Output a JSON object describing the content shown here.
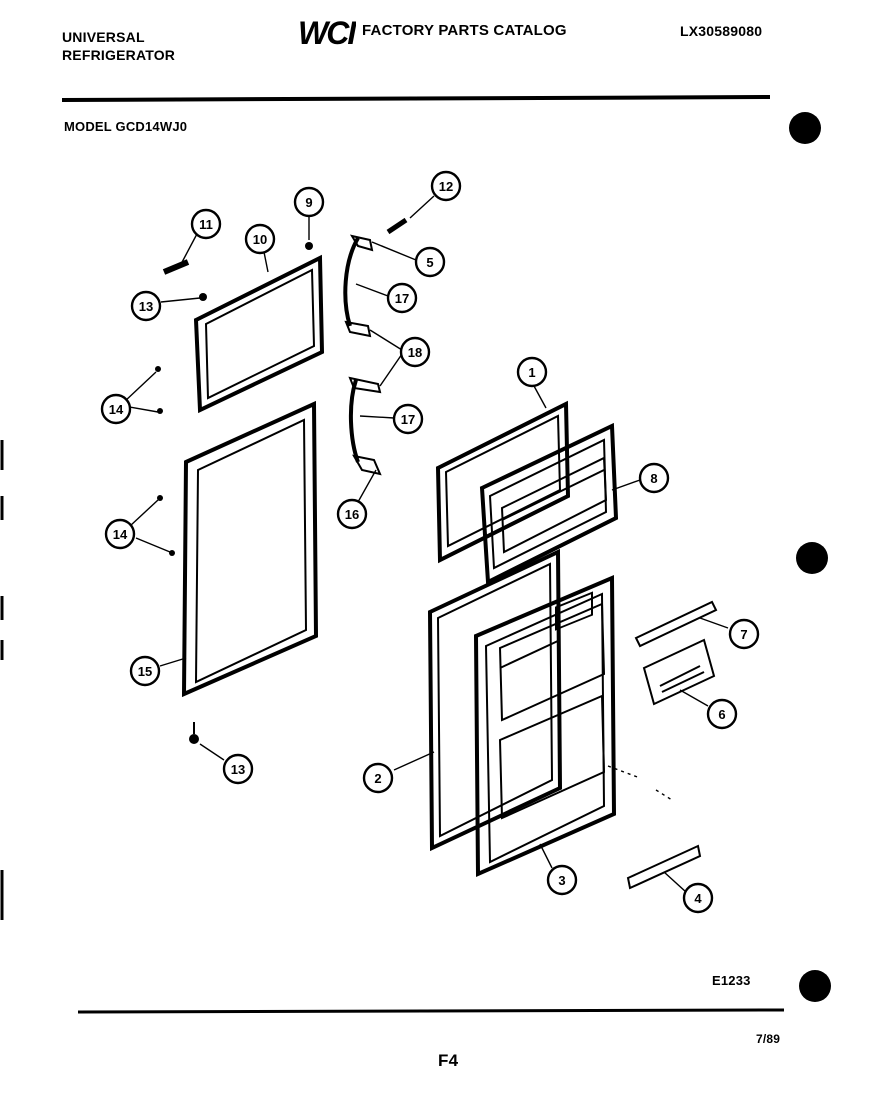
{
  "header": {
    "brand_line1": "UNIVERSAL",
    "brand_line2": "REFRIGERATOR",
    "logo_text": "WCI",
    "catalog_title": "FACTORY PARTS CATALOG",
    "catalog_number": "LX30589080"
  },
  "model_label": "MODEL GCD14WJ0",
  "callouts": [
    "1",
    "2",
    "3",
    "4",
    "5",
    "6",
    "7",
    "8",
    "9",
    "10",
    "11",
    "12",
    "13",
    "13",
    "14",
    "14",
    "15",
    "16",
    "17",
    "17",
    "18"
  ],
  "footer": {
    "diagram_code": "E1233",
    "date": "7/89",
    "page": "F4"
  }
}
